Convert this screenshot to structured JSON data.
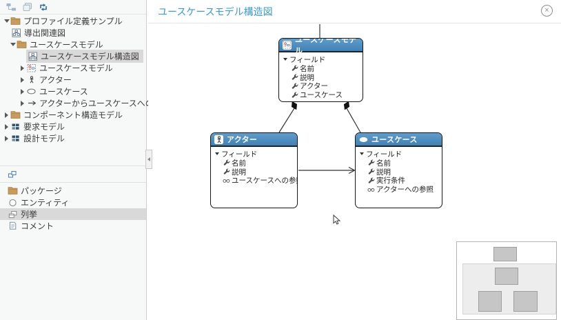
{
  "window": {
    "close_label": "×"
  },
  "colors": {
    "accent_title": "#3a9ad2",
    "node_header": "#4a8abd",
    "selection_bg": "#d9d9d9",
    "folder": "#c89a5b",
    "sidebar_bg": "#f7f8f8"
  },
  "sidebar": {
    "toolbar_icons": [
      "link-diagram",
      "copy",
      "sync"
    ],
    "tree": [
      {
        "label": "プロファイル定義サンプル",
        "icon": "folder",
        "state": "expanded",
        "selected": false
      },
      {
        "label": "導出関連図",
        "icon": "diagram",
        "state": "leaf",
        "selected": false
      },
      {
        "label": "ユースケースモデル",
        "icon": "folder",
        "state": "expanded",
        "selected": false
      },
      {
        "label": "ユースケースモデル構造図",
        "icon": "diagram",
        "state": "leaf",
        "selected": true
      },
      {
        "label": "ユースケースモデル",
        "icon": "profile-class",
        "state": "collapsed",
        "selected": false
      },
      {
        "label": "アクター",
        "icon": "actor",
        "state": "collapsed",
        "selected": false
      },
      {
        "label": "ユースケース",
        "icon": "usecase",
        "state": "collapsed",
        "selected": false
      },
      {
        "label": "アクターからユースケースへの参照",
        "icon": "ref-arrow",
        "state": "collapsed",
        "selected": false
      },
      {
        "label": "コンポーネント構造モデル",
        "icon": "folder",
        "state": "collapsed",
        "selected": false
      },
      {
        "label": "要求モデル",
        "icon": "model",
        "state": "collapsed",
        "selected": false
      },
      {
        "label": "設計モデル",
        "icon": "model",
        "state": "collapsed",
        "selected": false
      }
    ],
    "palette": [
      {
        "label": "パッケージ",
        "icon": "folder",
        "selected": false
      },
      {
        "label": "エンティティ",
        "icon": "entity",
        "selected": false
      },
      {
        "label": "列挙",
        "icon": "enum",
        "selected": true
      },
      {
        "label": "コメント",
        "icon": "comment",
        "selected": false
      }
    ]
  },
  "canvas": {
    "title": "ユースケースモデル構造図"
  },
  "nodes": [
    {
      "title": "ユースケースモデル",
      "icon": "usecase-model",
      "group": "フィールド",
      "fields": [
        "名前",
        "説明",
        "アクター",
        "ユースケース"
      ],
      "refs": []
    },
    {
      "title": "アクター",
      "icon": "actor",
      "group": "フィールド",
      "fields": [
        "名前",
        "説明"
      ],
      "refs": [
        "ユースケースへの参照"
      ]
    },
    {
      "title": "ユースケース",
      "icon": "usecase",
      "group": "フィールド",
      "fields": [
        "名前",
        "説明",
        "実行条件"
      ],
      "refs": [
        "アクターへの参照"
      ]
    }
  ]
}
